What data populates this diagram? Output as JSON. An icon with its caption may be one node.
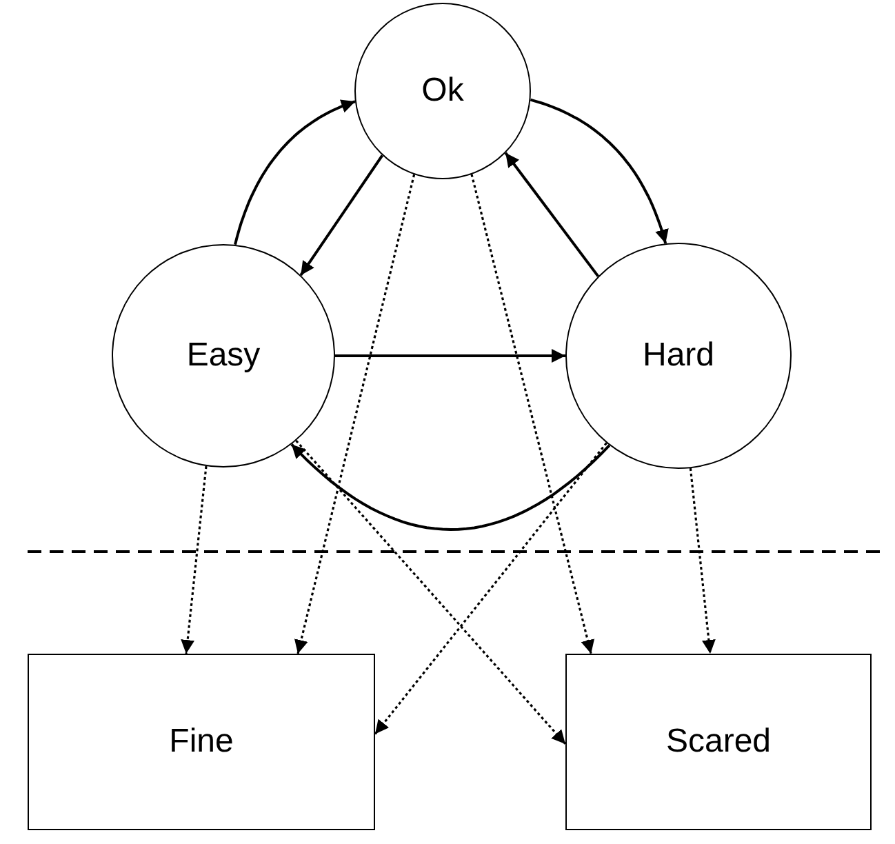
{
  "diagram": {
    "nodes": [
      {
        "text": [
          "Ok"
        ]
      },
      {
        "text": [
          "Easy"
        ]
      },
      {
        "text": [
          "Hard"
        ]
      },
      {
        "text": [
          "Fine"
        ]
      },
      {
        "text": [
          "Scared"
        ]
      }
    ],
    "edges": [
      {
        "from": 1,
        "to": 0,
        "arrow": "to"
      },
      {
        "from": 0,
        "to": 2,
        "arrow": "to"
      },
      {
        "from": 0,
        "to": 1,
        "arrow": "to"
      },
      {
        "from": 2,
        "to": 0,
        "arrow": "to"
      },
      {
        "from": 1,
        "to": 2,
        "arrow": "to"
      },
      {
        "from": 2,
        "to": 1,
        "arrow": "to"
      },
      {
        "from": 0,
        "to": 3,
        "arrow": "to",
        "style": "dashed"
      },
      {
        "from": 0,
        "to": 4,
        "arrow": "to",
        "style": "dashed"
      },
      {
        "from": 1,
        "to": 3,
        "arrow": "to",
        "style": "dashed"
      },
      {
        "from": 1,
        "to": 4,
        "arrow": "to",
        "style": "dashed"
      },
      {
        "from": 2,
        "to": 3,
        "arrow": "to",
        "style": "dashed"
      },
      {
        "from": 2,
        "to": 4,
        "arrow": "to",
        "style": "dashed"
      }
    ]
  }
}
